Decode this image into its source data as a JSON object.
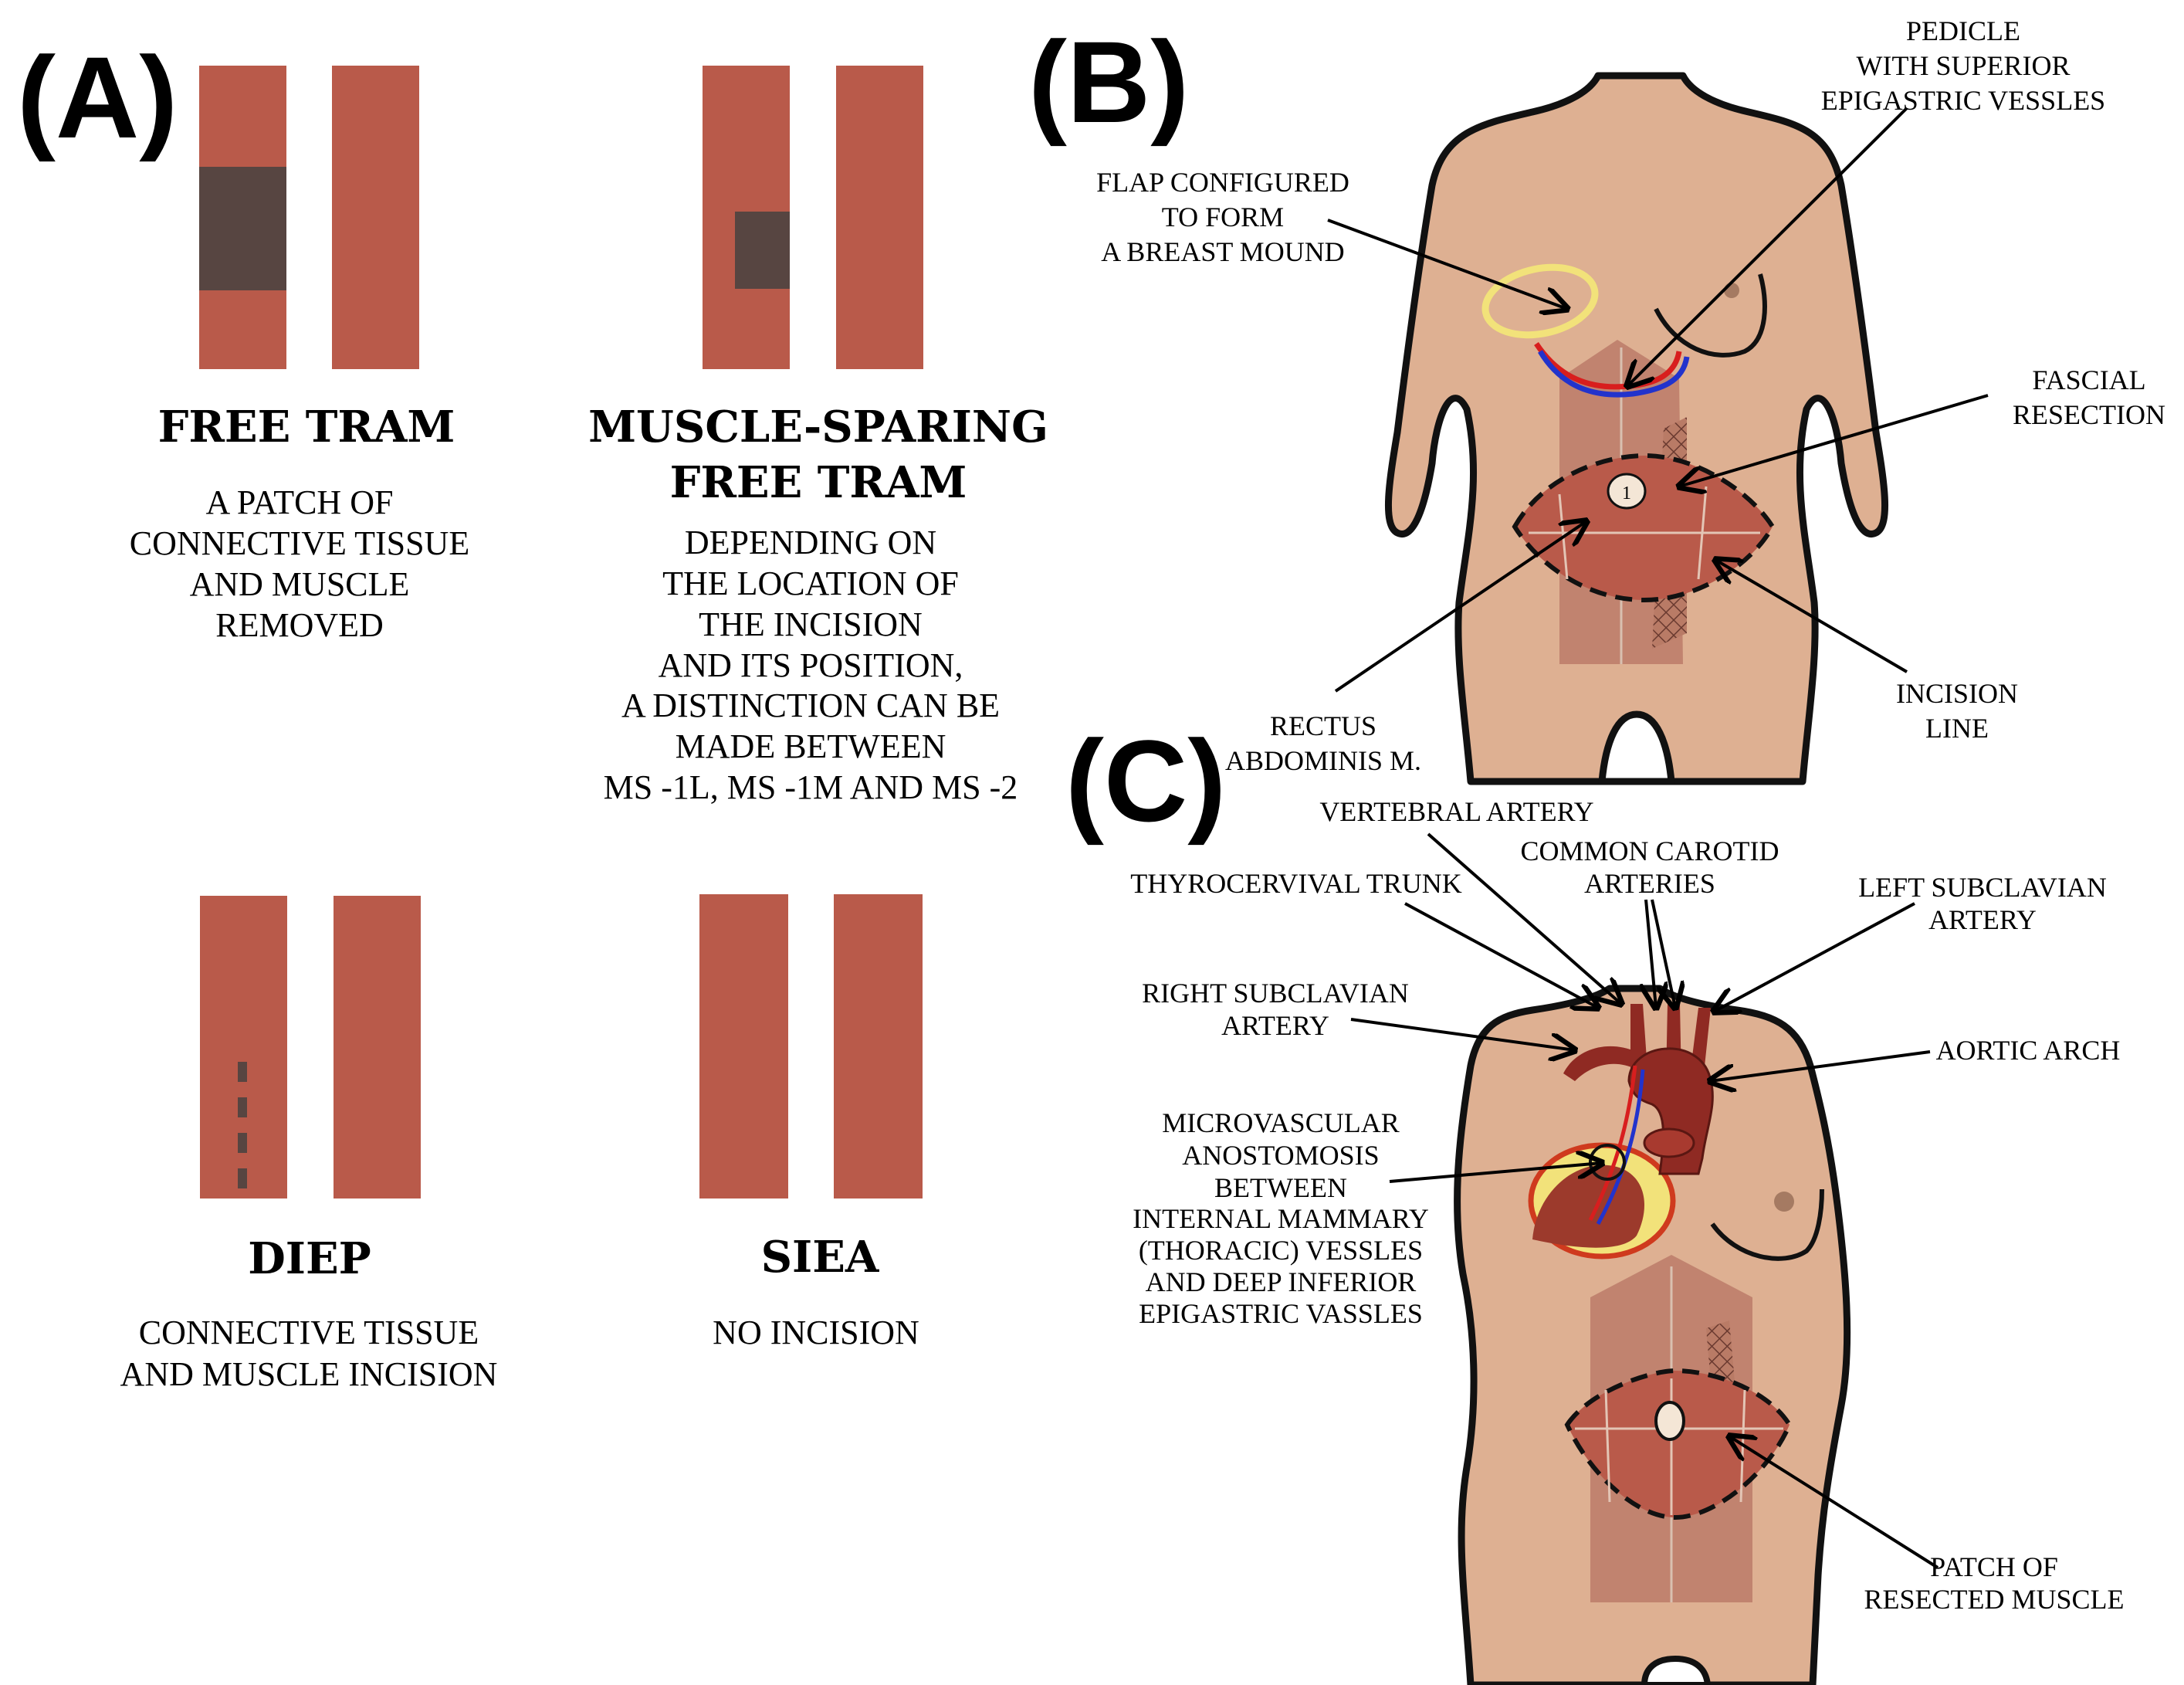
{
  "panel_a": {
    "letter": "(A)",
    "free_tram": {
      "title": "FREE TRAM",
      "lines": [
        "A PATCH OF",
        "CONNECTIVE TISSUE",
        "AND MUSCLE",
        "REMOVED"
      ]
    },
    "ms_free_tram": {
      "title_lines": [
        "MUSCLE-SPARING",
        "FREE TRAM"
      ],
      "lines": [
        "DEPENDING ON",
        "THE LOCATION OF",
        "THE INCISION",
        "AND ITS POSITION,",
        "A DISTINCTION CAN BE",
        "MADE BETWEEN",
        "MS -1L, MS -1M AND MS -2"
      ]
    },
    "diep": {
      "title": "DIEP",
      "lines": [
        "CONNECTIVE TISSUE",
        "AND MUSCLE INCISION"
      ]
    },
    "siea": {
      "title": "SIEA",
      "lines": [
        "NO INCISION"
      ]
    }
  },
  "panel_b": {
    "letter": "(B)",
    "pedicle": [
      "PEDICLE",
      "WITH SUPERIOR",
      "EPIGASTRIC VESSLES"
    ],
    "flap": [
      "FLAP CONFIGURED",
      "TO FORM",
      "A BREAST MOUND"
    ],
    "fascial": [
      "FASCIAL",
      "RESECTION"
    ],
    "incision": [
      "INCISION",
      "LINE"
    ],
    "rectus": [
      "RECTUS",
      "ABDOMINIS M."
    ],
    "umbilicus_mark": "1"
  },
  "panel_c": {
    "letter": "(C)",
    "vertebral": "VERTEBRAL ARTERY",
    "common_carotid": [
      "COMMON CAROTID",
      "ARTERIES"
    ],
    "thyrocervival": "THYROCERVIVAL TRUNK",
    "left_subclavian": [
      "LEFT SUBCLAVIAN",
      "ARTERY"
    ],
    "right_subclavian": [
      "RIGHT SUBCLAVIAN",
      "ARTERY"
    ],
    "aortic_arch": "AORTIC ARCH",
    "microvascular": [
      "MICROVASCULAR",
      "ANOSTOMOSIS",
      "BETWEEN",
      "INTERNAL MAMMARY",
      "(THORACIC) VESSLES",
      "AND DEEP INFERIOR",
      "EPIGASTRIC VASSLES"
    ],
    "patch": [
      "PATCH OF",
      "RESECTED MUSCLE"
    ]
  },
  "colors": {
    "muscle": "#b95a4a",
    "patch": "#574541",
    "skin": "#deb092",
    "outline": "#111111",
    "yellow": "#f2e27a",
    "artery": "#8f2a23",
    "vein_blue": "#2233cc",
    "vein_red": "#d81e1e"
  }
}
